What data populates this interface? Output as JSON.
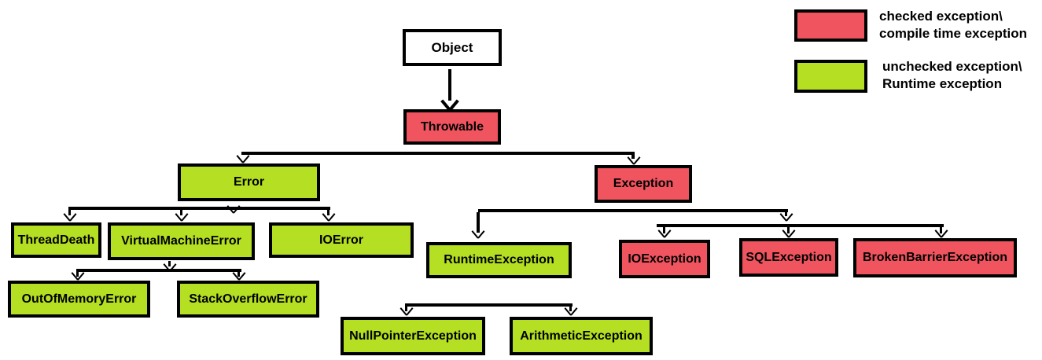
{
  "colors": {
    "checked": "#f0545f",
    "unchecked": "#b4df22",
    "root": "#ffffff",
    "line": "#000000"
  },
  "legend": {
    "checked": {
      "line1": "checked exception\\",
      "line2": "compile time exception"
    },
    "unchecked": {
      "line1": "unchecked exception\\",
      "line2": "Runtime exception"
    }
  },
  "nodes": [
    {
      "id": "object",
      "label": "Object",
      "type": "root"
    },
    {
      "id": "throwable",
      "label": "Throwable",
      "type": "checked"
    },
    {
      "id": "error",
      "label": "Error",
      "type": "unchecked"
    },
    {
      "id": "exception",
      "label": "Exception",
      "type": "checked"
    },
    {
      "id": "threaddeath",
      "label": "ThreadDeath",
      "type": "unchecked"
    },
    {
      "id": "virtualmachineerror",
      "label": "VirtualMachineError",
      "type": "unchecked"
    },
    {
      "id": "ioerror",
      "label": "IOError",
      "type": "unchecked"
    },
    {
      "id": "outofmemoryerror",
      "label": "OutOfMemoryError",
      "type": "unchecked"
    },
    {
      "id": "stackoverflowerror",
      "label": "StackOverflowError",
      "type": "unchecked"
    },
    {
      "id": "runtimeexception",
      "label": "RuntimeException",
      "type": "unchecked"
    },
    {
      "id": "ioexception",
      "label": "IOException",
      "type": "checked"
    },
    {
      "id": "sqlexception",
      "label": "SQLException",
      "type": "checked"
    },
    {
      "id": "brokenbarrierexception",
      "label": "BrokenBarrierException",
      "type": "checked"
    },
    {
      "id": "nullpointerexception",
      "label": "NullPointerException",
      "type": "unchecked"
    },
    {
      "id": "arithmeticexception",
      "label": "ArithmeticException",
      "type": "unchecked"
    }
  ],
  "edges": [
    {
      "from": "Object",
      "to": "Throwable"
    },
    {
      "from": "Throwable",
      "to": "Error"
    },
    {
      "from": "Throwable",
      "to": "Exception"
    },
    {
      "from": "Error",
      "to": "ThreadDeath"
    },
    {
      "from": "Error",
      "to": "VirtualMachineError"
    },
    {
      "from": "Error",
      "to": "IOError"
    },
    {
      "from": "VirtualMachineError",
      "to": "OutOfMemoryError"
    },
    {
      "from": "VirtualMachineError",
      "to": "StackOverflowError"
    },
    {
      "from": "Exception",
      "to": "RuntimeException"
    },
    {
      "from": "Exception",
      "to": "IOException"
    },
    {
      "from": "Exception",
      "to": "SQLException"
    },
    {
      "from": "Exception",
      "to": "BrokenBarrierException"
    },
    {
      "from": "RuntimeException",
      "to": "NullPointerException"
    },
    {
      "from": "RuntimeException",
      "to": "ArithmeticException"
    }
  ]
}
